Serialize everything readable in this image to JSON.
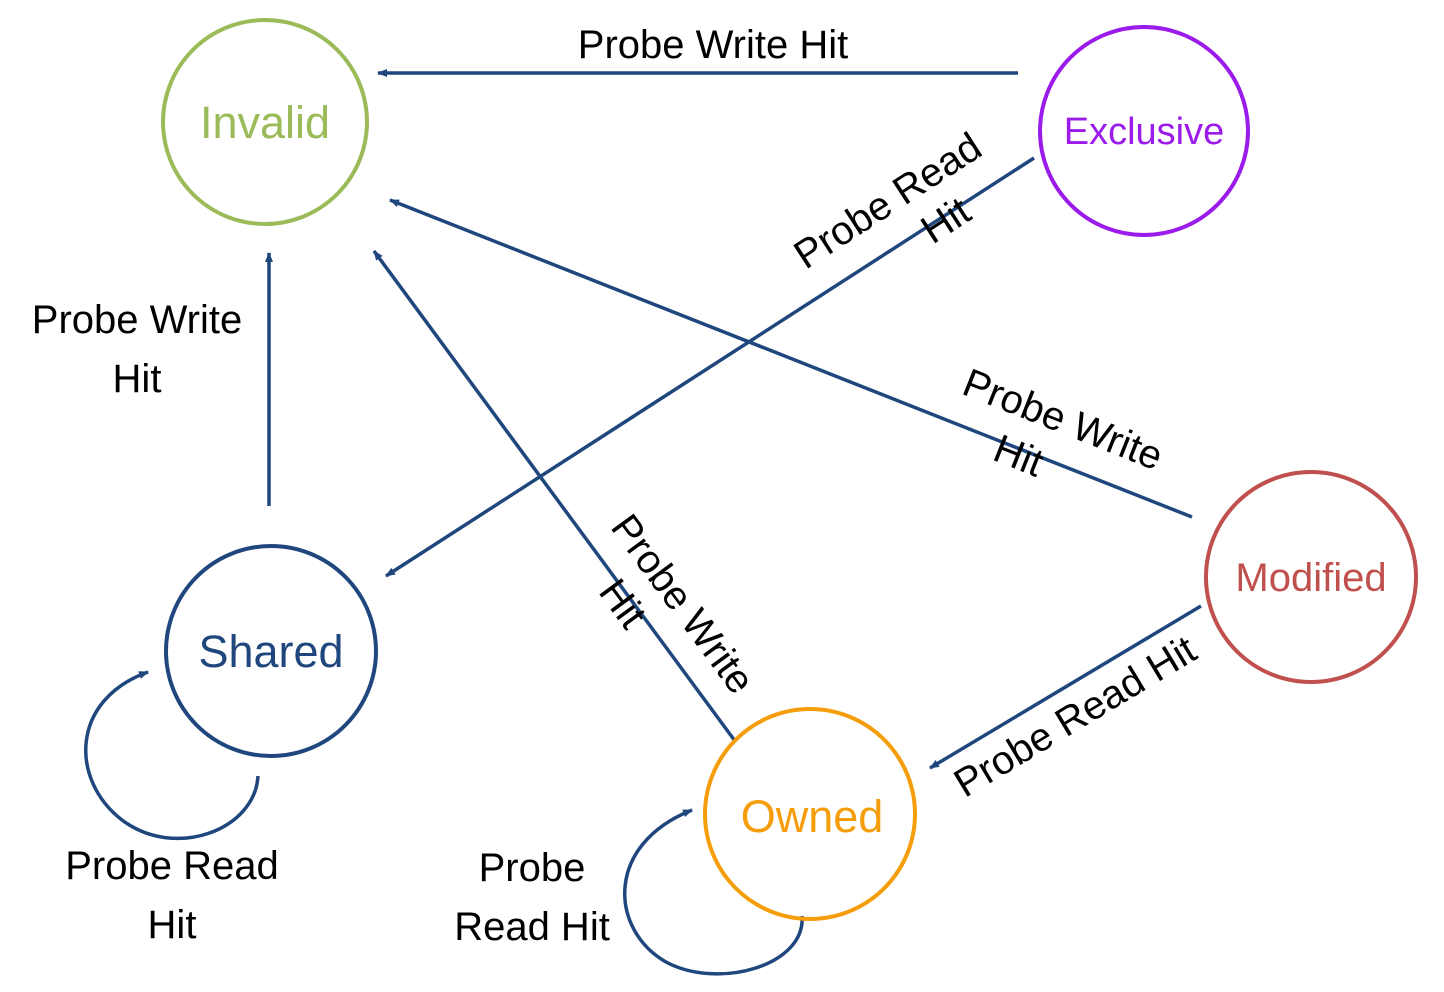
{
  "colors": {
    "invalid": "#9bbb59",
    "exclusive": "#9b1bea",
    "shared": "#1f477d",
    "modified": "#c0504d",
    "owned": "#f59d0b",
    "edge": "#1f477d"
  },
  "states": {
    "invalid": "Invalid",
    "exclusive": "Exclusive",
    "shared": "Shared",
    "modified": "Modified",
    "owned": "Owned"
  },
  "transitions": {
    "exclusive_to_invalid": "Probe Write Hit",
    "exclusive_to_shared": [
      "Probe Read",
      "Hit"
    ],
    "shared_to_invalid": [
      "Probe Write",
      "Hit"
    ],
    "modified_to_invalid": [
      "Probe Write",
      "Hit"
    ],
    "owned_to_invalid": [
      "Probe Write",
      "Hit"
    ],
    "modified_to_owned": "Probe Read Hit",
    "shared_self": [
      "Probe Read",
      "Hit"
    ],
    "owned_self": [
      "Probe",
      "Read Hit"
    ]
  }
}
